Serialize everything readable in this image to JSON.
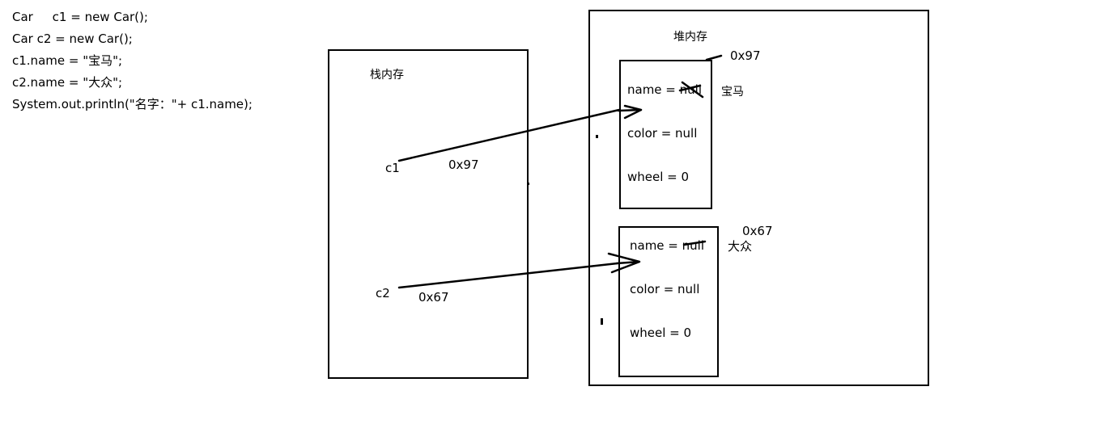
{
  "code": {
    "lines": [
      "Car     c1 = new Car();",
      "Car c2 = new Car();",
      "c1.name = \"宝马\";",
      "c2.name = \"大众\";",
      "System.out.println(\"名字：\"+ c1.name);"
    ]
  },
  "stack": {
    "title": "栈内存",
    "vars": [
      {
        "name": "c1",
        "address": "0x97"
      },
      {
        "name": "c2",
        "address": "0x67"
      }
    ]
  },
  "heap": {
    "title": "堆内存",
    "objects": [
      {
        "address": "0x97",
        "fields": [
          "name = null",
          "color = null",
          "wheel = 0"
        ],
        "new_name": "宝马"
      },
      {
        "address": "0x67",
        "fields": [
          "name = null",
          "color = null",
          "wheel = 0"
        ],
        "new_name": "大众"
      }
    ]
  }
}
